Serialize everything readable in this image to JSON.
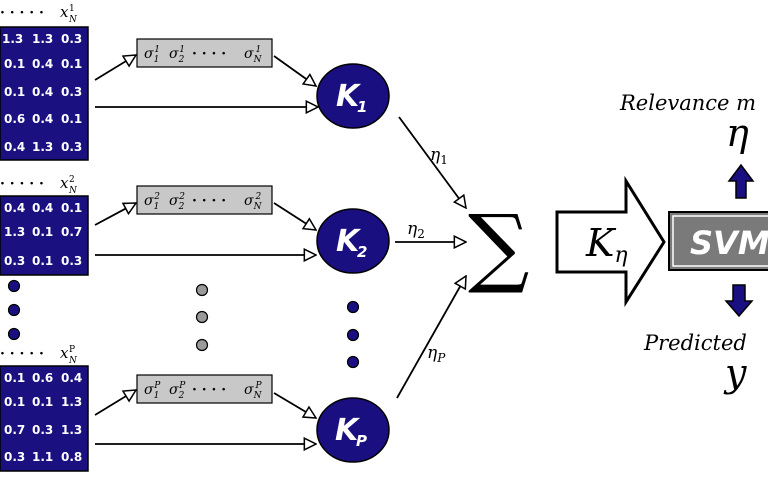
{
  "colors": {
    "node_fill": "#1a0f80",
    "matrix_fill": "#1a1080",
    "sigma_box_fill": "#c8c8c8",
    "dot_fill": "#1a0f80",
    "mid_dot_fill": "#9a9a9a",
    "svm_fill": "#7a7a7a",
    "arrow_fill": "#1a0f80"
  },
  "rows": [
    {
      "x_label": "x",
      "x_label_sup": "1",
      "x_label_sub": "N",
      "matrix": [
        [
          "1.3",
          "1.3",
          "0.3"
        ],
        [
          "0.1",
          "0.4",
          "0.1"
        ],
        [
          "0.1",
          "0.4",
          "0.3"
        ],
        [
          "0.6",
          "0.4",
          "0.1"
        ],
        [
          "0.4",
          "1.3",
          "0.3"
        ]
      ],
      "sigma_sup": "1",
      "sigma_last_sub": "N",
      "kernel": "K",
      "kernel_sub": "1",
      "eta": "η",
      "eta_sub": "1"
    },
    {
      "x_label": "x",
      "x_label_sup": "2",
      "x_label_sub": "N",
      "matrix": [
        [
          "0.4",
          "0.4",
          "0.1"
        ],
        [
          "1.3",
          "0.1",
          "0.7"
        ],
        [
          "0.3",
          "0.1",
          "0.3"
        ]
      ],
      "sigma_sup": "2",
      "sigma_last_sub": "N",
      "kernel": "K",
      "kernel_sub": "2",
      "eta": "η",
      "eta_sub": "2"
    },
    {
      "x_label": "x",
      "x_label_sup": "P",
      "x_label_sub": "N",
      "matrix": [
        [
          "0.1",
          "0.6",
          "0.4"
        ],
        [
          "0.1",
          "0.1",
          "1.3"
        ],
        [
          "0.7",
          "0.3",
          "1.3"
        ],
        [
          "0.3",
          "1.1",
          "0.8"
        ]
      ],
      "sigma_sup": "P",
      "sigma_last_sub": "N",
      "kernel": "K",
      "kernel_sub": "P",
      "eta": "η",
      "eta_sub": "P"
    }
  ],
  "dots_label": "· · · · ·",
  "sigma_symbol": "σ",
  "sigma_sub_1": "1",
  "sigma_sub_2": "2",
  "sigma_dots": "· · · ·",
  "sum_symbol": "∑",
  "combined_kernel": "K",
  "combined_kernel_sub": "η",
  "svm_label": "SVM",
  "relevance_label": "Relevance m",
  "relevance_symbol": "η",
  "predicted_label": "Predicted",
  "predicted_symbol": "y"
}
